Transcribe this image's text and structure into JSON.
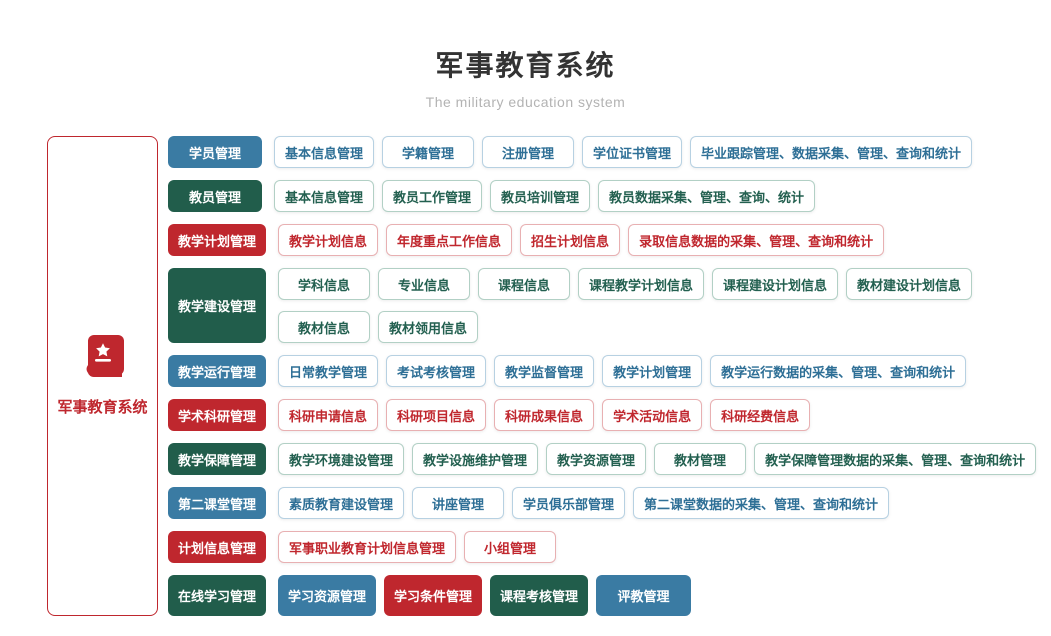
{
  "header": {
    "title": "军事教育系统",
    "subtitle": "The military education system"
  },
  "sidebar": {
    "label": "军事教育系统",
    "icon": "book-star-icon"
  },
  "colors": {
    "blue": "#3a7ba3",
    "green": "#215d4b",
    "red": "#bf272e"
  },
  "rows": [
    {
      "category": {
        "label": "学员管理",
        "color": "blue"
      },
      "lines": [
        [
          {
            "label": "基本信息管理",
            "color": "blue",
            "fill": false
          },
          {
            "label": "学籍管理",
            "color": "blue",
            "fill": false
          },
          {
            "label": "注册管理",
            "color": "blue",
            "fill": false
          },
          {
            "label": "学位证书管理",
            "color": "blue",
            "fill": false
          },
          {
            "label": "毕业跟踪管理、数据采集、管理、查询和统计",
            "color": "blue",
            "fill": false
          }
        ]
      ]
    },
    {
      "category": {
        "label": "教员管理",
        "color": "green"
      },
      "lines": [
        [
          {
            "label": "基本信息管理",
            "color": "green",
            "fill": false
          },
          {
            "label": "教员工作管理",
            "color": "green",
            "fill": false
          },
          {
            "label": "教员培训管理",
            "color": "green",
            "fill": false
          },
          {
            "label": "教员数据采集、管理、查询、统计",
            "color": "green",
            "fill": false
          }
        ]
      ]
    },
    {
      "category": {
        "label": "教学计划管理",
        "color": "red"
      },
      "lines": [
        [
          {
            "label": "教学计划信息",
            "color": "red",
            "fill": false
          },
          {
            "label": "年度重点工作信息",
            "color": "red",
            "fill": false
          },
          {
            "label": "招生计划信息",
            "color": "red",
            "fill": false
          },
          {
            "label": "录取信息数据的采集、管理、查询和统计",
            "color": "red",
            "fill": false
          }
        ]
      ]
    },
    {
      "category": {
        "label": "教学建设管理",
        "color": "green"
      },
      "lines": [
        [
          {
            "label": "学科信息",
            "color": "green",
            "fill": false
          },
          {
            "label": "专业信息",
            "color": "green",
            "fill": false
          },
          {
            "label": "课程信息",
            "color": "green",
            "fill": false
          },
          {
            "label": "课程教学计划信息",
            "color": "green",
            "fill": false
          },
          {
            "label": "课程建设计划信息",
            "color": "green",
            "fill": false
          },
          {
            "label": "教材建设计划信息",
            "color": "green",
            "fill": false
          }
        ],
        [
          {
            "label": "教材信息",
            "color": "green",
            "fill": false
          },
          {
            "label": "教材领用信息",
            "color": "green",
            "fill": false
          }
        ]
      ]
    },
    {
      "category": {
        "label": "教学运行管理",
        "color": "blue"
      },
      "lines": [
        [
          {
            "label": "日常教学管理",
            "color": "blue",
            "fill": false
          },
          {
            "label": "考试考核管理",
            "color": "blue",
            "fill": false
          },
          {
            "label": "教学监督管理",
            "color": "blue",
            "fill": false
          },
          {
            "label": "教学计划管理",
            "color": "blue",
            "fill": false
          },
          {
            "label": "教学运行数据的采集、管理、查询和统计",
            "color": "blue",
            "fill": false
          }
        ]
      ]
    },
    {
      "category": {
        "label": "学术科研管理",
        "color": "red"
      },
      "lines": [
        [
          {
            "label": "科研申请信息",
            "color": "red",
            "fill": false
          },
          {
            "label": "科研项目信息",
            "color": "red",
            "fill": false
          },
          {
            "label": "科研成果信息",
            "color": "red",
            "fill": false
          },
          {
            "label": "学术活动信息",
            "color": "red",
            "fill": false
          },
          {
            "label": "科研经费信息",
            "color": "red",
            "fill": false
          }
        ]
      ]
    },
    {
      "category": {
        "label": "教学保障管理",
        "color": "green"
      },
      "lines": [
        [
          {
            "label": "教学环境建设管理",
            "color": "green",
            "fill": false
          },
          {
            "label": "教学设施维护管理",
            "color": "green",
            "fill": false
          },
          {
            "label": "教学资源管理",
            "color": "green",
            "fill": false
          },
          {
            "label": "教材管理",
            "color": "green",
            "fill": false
          },
          {
            "label": "教学保障管理数据的采集、管理、查询和统计",
            "color": "green",
            "fill": false
          }
        ]
      ]
    },
    {
      "category": {
        "label": "第二课堂管理",
        "color": "blue"
      },
      "lines": [
        [
          {
            "label": "素质教育建设管理",
            "color": "blue",
            "fill": false
          },
          {
            "label": "讲座管理",
            "color": "blue",
            "fill": false
          },
          {
            "label": "学员俱乐部管理",
            "color": "blue",
            "fill": false
          },
          {
            "label": "第二课堂数据的采集、管理、查询和统计",
            "color": "blue",
            "fill": false
          }
        ]
      ]
    },
    {
      "category": {
        "label": "计划信息管理",
        "color": "red"
      },
      "lines": [
        [
          {
            "label": "军事职业教育计划信息管理",
            "color": "red",
            "fill": false
          },
          {
            "label": "小组管理",
            "color": "red",
            "fill": false
          }
        ]
      ]
    },
    {
      "category": {
        "label": "在线学习管理",
        "color": "green"
      },
      "large": true,
      "lines": [
        [
          {
            "label": "学习资源管理",
            "color": "blue",
            "fill": true
          },
          {
            "label": "学习条件管理",
            "color": "red",
            "fill": true
          },
          {
            "label": "课程考核管理",
            "color": "green",
            "fill": true
          },
          {
            "label": "评教管理",
            "color": "blue",
            "fill": true
          }
        ]
      ]
    }
  ]
}
